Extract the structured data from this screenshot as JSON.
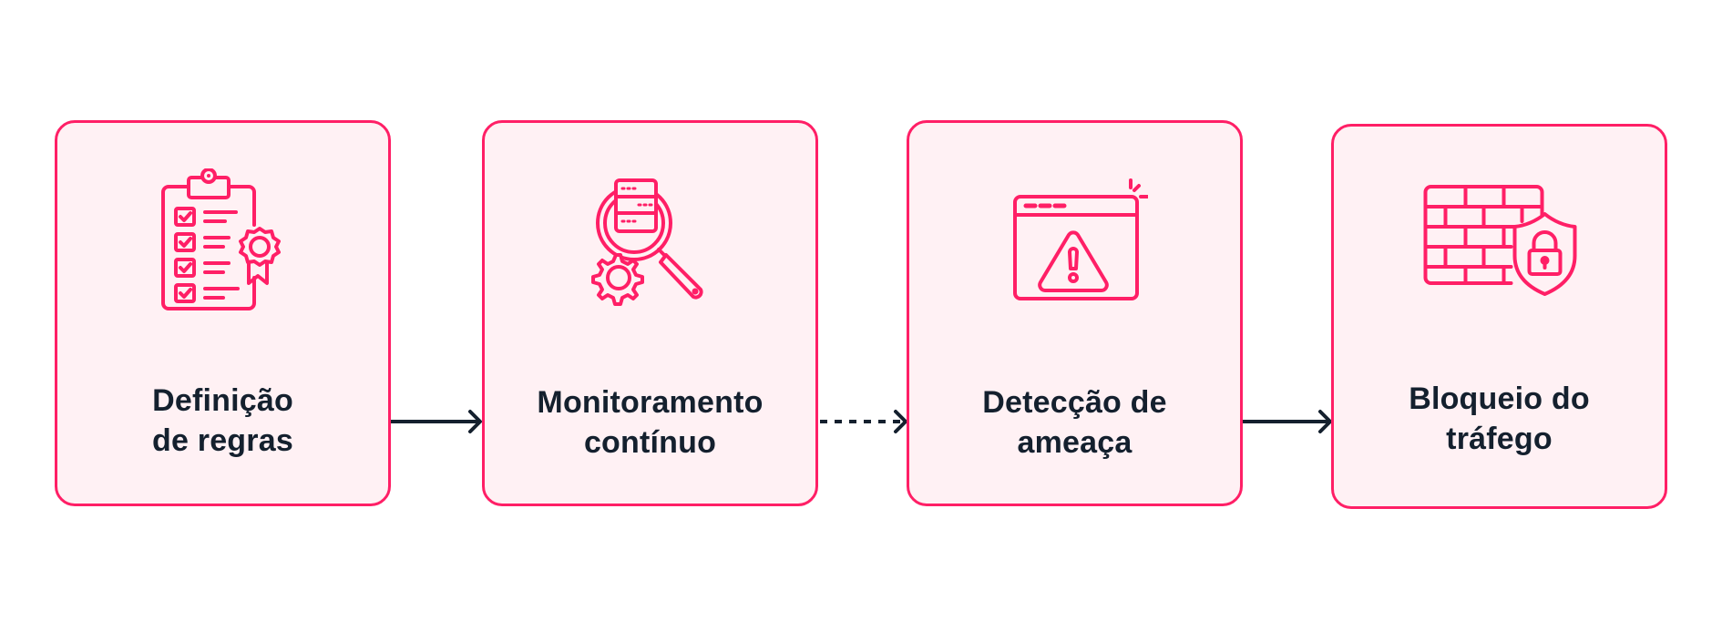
{
  "colors": {
    "accent": "#FF1F66",
    "box_fill": "#FFF1F4",
    "text": "#14202E",
    "arrow": "#14202E",
    "background": "#FFFFFF"
  },
  "steps": [
    {
      "icon": "clipboard-checklist-badge-icon",
      "line1": "Definição",
      "line2": "de regras"
    },
    {
      "icon": "server-magnifier-gear-icon",
      "line1": "Monitoramento",
      "line2": "contínuo"
    },
    {
      "icon": "browser-warning-icon",
      "line1": "Detecção de",
      "line2": "ameaça"
    },
    {
      "icon": "firewall-shield-lock-icon",
      "line1": "Bloqueio do",
      "line2": "tráfego"
    }
  ],
  "connectors": [
    {
      "from": 1,
      "to": 2,
      "style": "solid"
    },
    {
      "from": 2,
      "to": 3,
      "style": "dashed"
    },
    {
      "from": 3,
      "to": 4,
      "style": "solid"
    }
  ]
}
